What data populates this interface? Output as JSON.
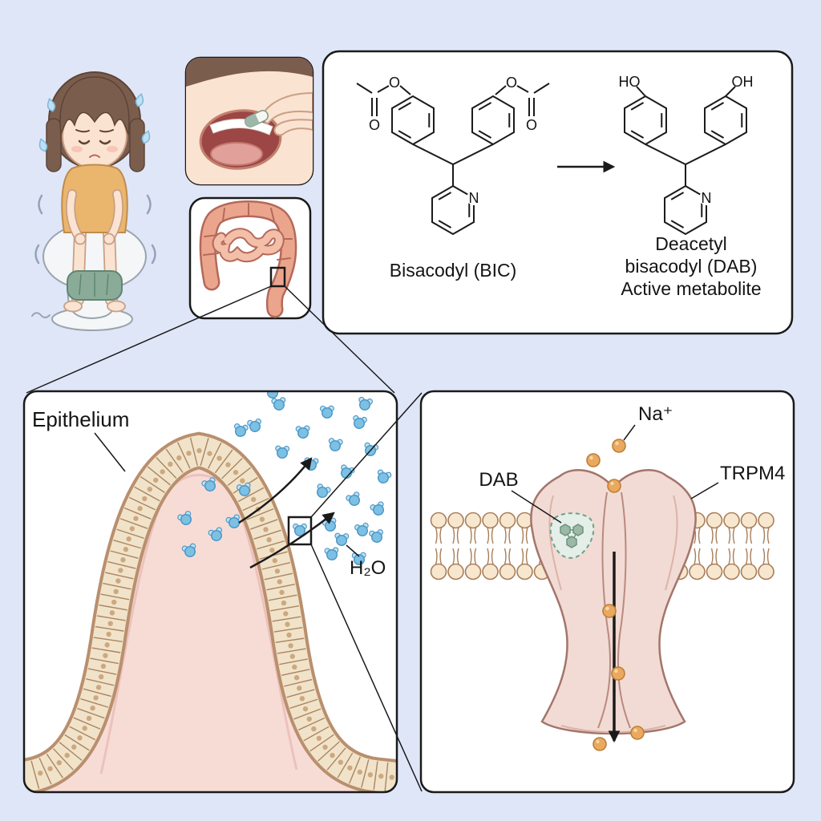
{
  "panels": {
    "chemistry": {
      "bic_name": "Bisacodyl (BIC)",
      "dab_lines": [
        "Deacetyl",
        "bisacodyl (DAB)",
        "Active metabolite"
      ],
      "atoms": {
        "o": "O",
        "n": "N",
        "ho": "HO",
        "oh": "OH"
      }
    },
    "epithelium": {
      "label": "Epithelium",
      "water": "H₂O"
    },
    "channel": {
      "sodium": "Na⁺",
      "trpm4": "TRPM4",
      "dab": "DAB"
    }
  },
  "colors": {
    "bg": "#dfe6f8",
    "panel_bg": "#ffffff",
    "line": "#1a1a1a",
    "skin": "#fbe3d2",
    "skin_line": "#c99f85",
    "hair": "#7b5d4e",
    "hair_dark": "#5d4436",
    "shirt": "#eab66d",
    "shirt_line": "#c08c4a",
    "shorts": "#8aab97",
    "shorts_line": "#5f8672",
    "toilet": "#f4f6f8",
    "toilet_line": "#9aa4ad",
    "gut": "#eba58d",
    "gut_line": "#b4695a",
    "gut_inner": "#f3bfa8",
    "mouth_inner": "#9c4646",
    "tongue": "#e2a09a",
    "capsule_green": "#9db8a8",
    "cell_band": "#f1e3c9",
    "cell_line": "#b98f6d",
    "cell_tick": "#a98563",
    "nucleus": "#cda87f",
    "tissue": "#f7dcd6",
    "tissue_line": "#ecc2bb",
    "water": "#7cc0e4",
    "water_dark": "#4a94c4",
    "water_light": "#bee3f4",
    "membrane_head": "#f7e7cf",
    "membrane_line": "#a97e58",
    "channel_fill": "#f2dbd4",
    "channel_line": "#a3756b",
    "channel_shade": "#dbb3a9",
    "pore_line": "#b98a80",
    "ion": "#eaa95e",
    "ion_line": "#bb7f3c",
    "dab_green": "#9cb8a6",
    "dab_green_line": "#6d927f",
    "dab_site_bg": "#e3efe8",
    "dab_site_line": "#6fa08e",
    "sweat": "#bfe0f2",
    "sweat_line": "#7fb7d9"
  }
}
